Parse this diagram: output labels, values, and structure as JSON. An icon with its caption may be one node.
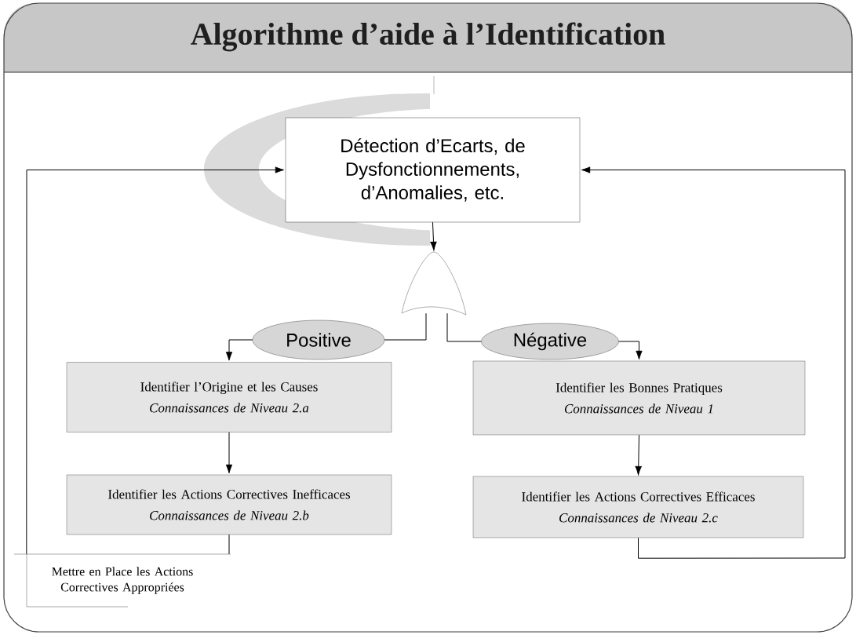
{
  "diagram": {
    "title": "Algorithme d’aide à l’Identification",
    "nodes": [
      {
        "text": [
          "Détection d’Ecarts, de Dysfonctionnements, d’Anomalies, etc."
        ]
      },
      {
        "text": [],
        "shape": "gate"
      },
      {
        "text": [
          "Positive"
        ]
      },
      {
        "text": [
          "Négative"
        ]
      },
      {
        "text": [
          "Identifier l’Origine et les Causes",
          "Connaissances de Niveau 2.a"
        ]
      },
      {
        "text": [
          "Identifier les Bonnes Pratiques",
          "Connaissances de Niveau 1"
        ]
      },
      {
        "text": [
          "Identifier les Actions Correctives Inefficaces",
          "Connaissances de Niveau 2.b"
        ]
      },
      {
        "text": [
          "Identifier les Actions Correctives Efficaces",
          "Connaissances de Niveau 2.c"
        ]
      },
      {
        "text": [
          "Mettre en Place les Actions Correctives Appropriées"
        ]
      }
    ],
    "edges": [
      {
        "from": 0,
        "to": 1,
        "arrow": "to"
      },
      {
        "from": 1,
        "to": 2,
        "arrow": "none"
      },
      {
        "from": 1,
        "to": 3,
        "arrow": "none"
      },
      {
        "from": 2,
        "to": 4,
        "arrow": "to"
      },
      {
        "from": 3,
        "to": 5,
        "arrow": "to"
      },
      {
        "from": 4,
        "to": 6,
        "arrow": "to"
      },
      {
        "from": 5,
        "to": 7,
        "arrow": "to"
      },
      {
        "from": 6,
        "to": 8,
        "arrow": "none"
      },
      {
        "from": 8,
        "to": 0,
        "arrow": "to"
      },
      {
        "from": 7,
        "to": 0,
        "arrow": "to"
      }
    ]
  }
}
